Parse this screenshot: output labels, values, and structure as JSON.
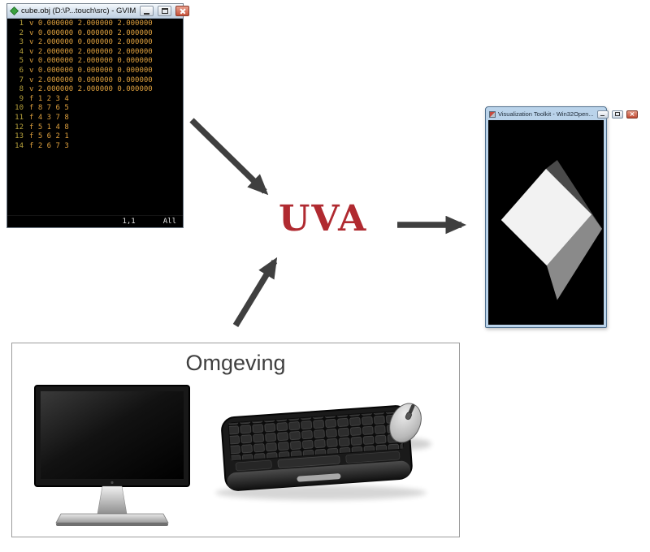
{
  "gvim": {
    "title": "cube.obj (D:\\P...touch\\src) - GVIM",
    "lines": [
      {
        "n": "1",
        "t": "v 0.000000 2.000000 2.000000"
      },
      {
        "n": "2",
        "t": "v 0.000000 0.000000 2.000000"
      },
      {
        "n": "3",
        "t": "v 2.000000 0.000000 2.000000"
      },
      {
        "n": "4",
        "t": "v 2.000000 2.000000 2.000000"
      },
      {
        "n": "5",
        "t": "v 0.000000 2.000000 0.000000"
      },
      {
        "n": "6",
        "t": "v 0.000000 0.000000 0.000000"
      },
      {
        "n": "7",
        "t": "v 2.000000 0.000000 0.000000"
      },
      {
        "n": "8",
        "t": "v 2.000000 2.000000 0.000000"
      },
      {
        "n": "9",
        "t": "f 1 2 3 4"
      },
      {
        "n": "10",
        "t": "f 8 7 6 5"
      },
      {
        "n": "11",
        "t": "f 4 3 7 8"
      },
      {
        "n": "12",
        "t": "f 5 1 4 8"
      },
      {
        "n": "13",
        "t": "f 5 6 2 1"
      },
      {
        "n": "14",
        "t": "f 2 6 7 3"
      }
    ],
    "status": {
      "position": "1,1",
      "scroll": "All"
    }
  },
  "vtk": {
    "title": "Visualization Toolkit - Win32Open..."
  },
  "uva": {
    "label": "UVA"
  },
  "environment": {
    "title": "Omgeving"
  },
  "icons": {
    "vim": "green-diamond",
    "vtk": "vtk-logo",
    "minimize": "bar",
    "maximize": "square",
    "close": "x"
  },
  "colors": {
    "uva_red": "#b02a30",
    "arrow_gray": "#3f3f3f",
    "vim_text": "#dd9f3d",
    "vim_linenr": "#b7a13c"
  }
}
